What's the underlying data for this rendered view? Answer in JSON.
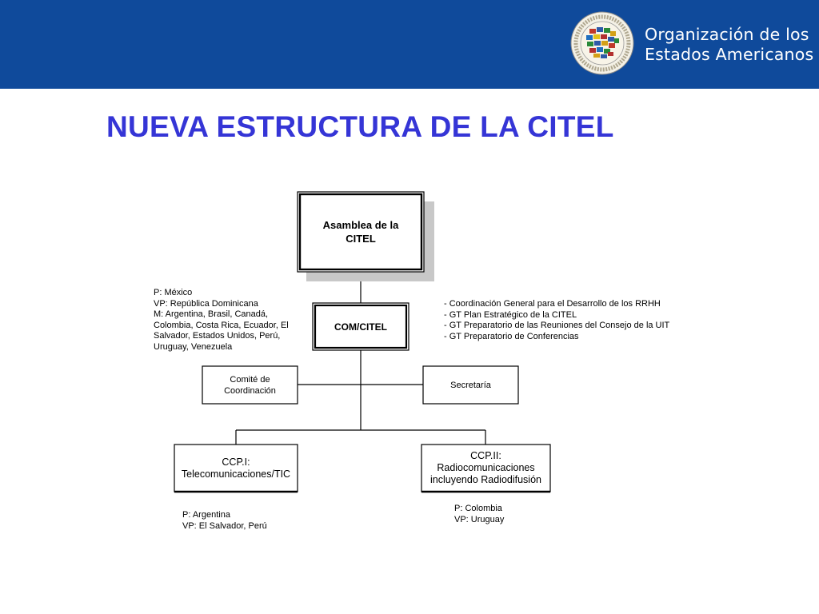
{
  "header": {
    "org_line1": "Organización de los",
    "org_line2": "Estados Americanos",
    "seal_ring_text": "ORGANIZACION DE LOS ESTADOS AMERICANOS"
  },
  "title": "NUEVA ESTRUCTURA DE LA CITEL",
  "colors": {
    "header_bg": "#0f4a9b",
    "title": "#3535d6",
    "box_border": "#000000",
    "shadow": "#c8c8c8"
  },
  "boxes": {
    "asamblea": {
      "line1": "Asamblea de la",
      "line2": "CITEL"
    },
    "comcitel": {
      "label": "COM/CITEL"
    },
    "comite": {
      "line1": "Comité de",
      "line2": "Coordinación"
    },
    "secretaria": {
      "label": "Secretaría"
    },
    "ccp1": {
      "line1": "CCP.I:",
      "line2": "Telecomunicaciones/TIC"
    },
    "ccp2": {
      "line1": "CCP.II:",
      "line2": "Radiocomunicaciones",
      "line3": "incluyendo Radiodifusión"
    }
  },
  "notes": {
    "comcitel_members": "P: México\nVP: República Dominicana\nM: Argentina, Brasil, Canadá,\nColombia, Costa Rica, Ecuador, El\nSalvador, Estados Unidos, Perú,\nUruguay, Venezuela",
    "comcitel_groups": "- Coordinación General para el Desarrollo de los RRHH\n- GT Plan Estratégico de la CITEL\n- GT Preparatorio de las Reuniones del Consejo de la UIT\n- GT Preparatorio de Conferencias",
    "ccp1_officers": "P: Argentina\nVP: El Salvador, Perú",
    "ccp2_officers": "P: Colombia\nVP: Uruguay"
  }
}
